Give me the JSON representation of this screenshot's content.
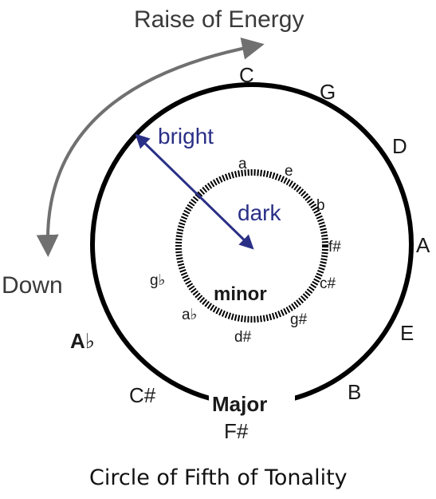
{
  "title": "Raise of Energy",
  "down_label": "Down",
  "bright_label": "bright",
  "dark_label": "dark",
  "major_label": "Major",
  "minor_label": "minor",
  "caption": "Circle of Fifth of Tonality",
  "major_keys": {
    "c": "C",
    "g": "G",
    "d": "D",
    "a": "A",
    "e": "E",
    "b": "B",
    "fs": "F#",
    "cs": "C#",
    "ab": "A♭"
  },
  "minor_keys": {
    "a": "a",
    "e": "e",
    "b": "b",
    "fs": "f#",
    "cs": "c#",
    "gs": "g#",
    "ds": "d#",
    "ab": "a♭",
    "gb": "g♭"
  },
  "colors": {
    "arrow_gray": "#707070",
    "blue": "#2a2f86",
    "ring": "#000000"
  }
}
